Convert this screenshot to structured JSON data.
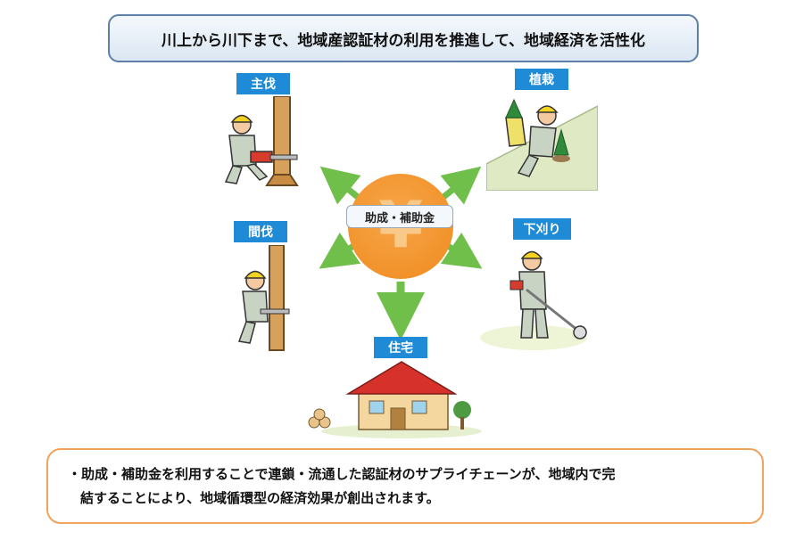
{
  "header": {
    "title": "川上から川下まで、地域産認証材の利用を推進して、地域経済を活性化"
  },
  "center": {
    "label": "助成・補助金",
    "coin_color": "#ef8a1d"
  },
  "activities": [
    {
      "label": "主伐"
    },
    {
      "label": "植栽"
    },
    {
      "label": "間伐"
    },
    {
      "label": "下刈り"
    },
    {
      "label": "住宅"
    }
  ],
  "note": {
    "line1": "・助成・補助金を利用することで連鎖・流通した認証材のサプライチェーンが、地域内で完",
    "line2": "結することにより、地域循環型の経済効果が創出されます。"
  },
  "colors": {
    "label_bg": "#1f8ad6",
    "arrow": "#6fbf4a",
    "title_border": "#5d7fa8",
    "note_border": "#f0a35a"
  }
}
